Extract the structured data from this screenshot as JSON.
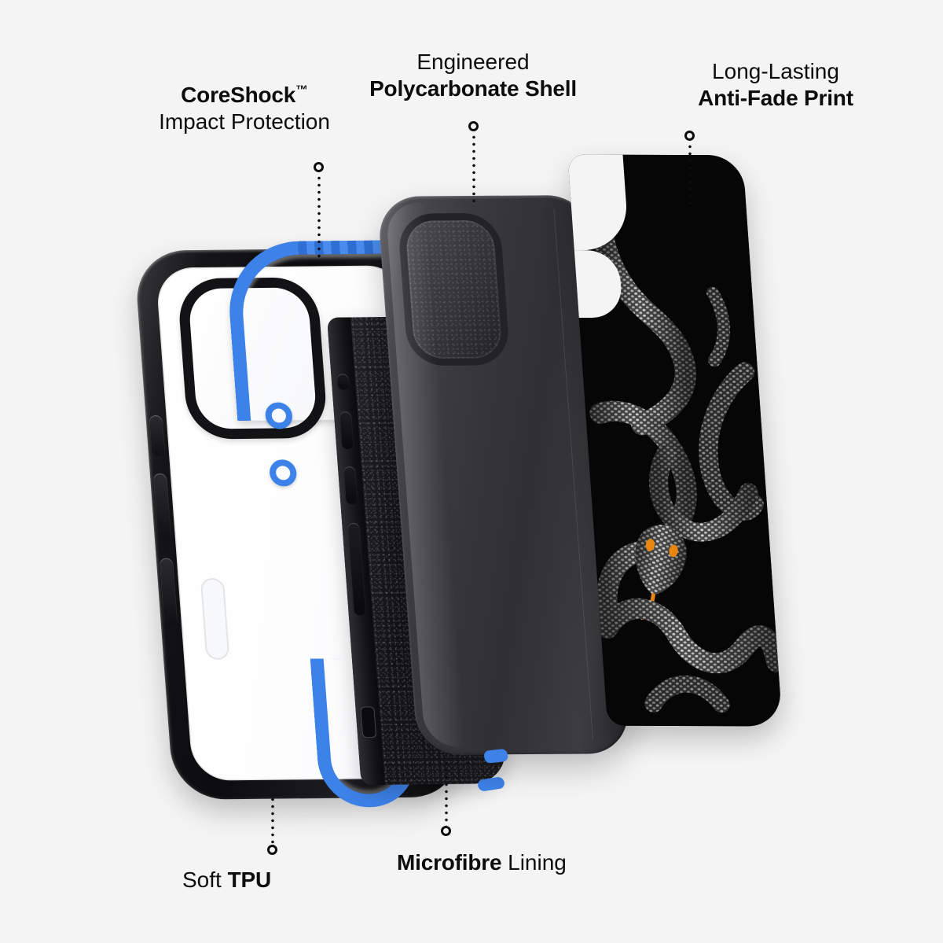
{
  "graphic": {
    "kind": "exploded-product-diagram",
    "subject": "phone case layers",
    "background_color": "#f4f4f5",
    "accent_color": "#3d82e8",
    "text_color": "#0d0d0f",
    "print_colors": {
      "panel_background": "#060607",
      "snake_scales_light": "#d8d8d8",
      "snake_scales_mid": "#8a8a8a",
      "snake_scales_dark": "#3a3a3a",
      "eye_and_tongue": "#e8860f"
    }
  },
  "callouts": [
    {
      "id": "coreshock",
      "line1_regular": "",
      "line1_bold": "CoreShock",
      "trademark": "™",
      "line2_regular": "Impact Protection",
      "line2_bold": ""
    },
    {
      "id": "polycarbonate",
      "line1_regular": "Engineered",
      "line1_bold": "",
      "trademark": "",
      "line2_regular": "",
      "line2_bold": "Polycarbonate Shell"
    },
    {
      "id": "antifade",
      "line1_regular": "Long-Lasting",
      "line1_bold": "",
      "trademark": "",
      "line2_regular": "",
      "line2_bold": "Anti-Fade Print"
    },
    {
      "id": "tpu",
      "line1_regular": "",
      "line1_bold": "",
      "trademark": "",
      "line2_regular": "Soft ",
      "line2_bold": "TPU"
    },
    {
      "id": "microfibre",
      "line1_regular": "",
      "line1_bold": "",
      "trademark": "",
      "line2_regular": " Lining",
      "line2_bold": "Microfibre"
    }
  ],
  "labels": {
    "coreshock_name": "CoreShock",
    "coreshock_tm": "™",
    "coreshock_sub": "Impact Protection",
    "engineered": "Engineered",
    "polycarbonate_shell": "Polycarbonate Shell",
    "long_lasting": "Long-Lasting",
    "anti_fade_print": "Anti-Fade Print",
    "soft": "Soft ",
    "tpu": "TPU",
    "microfibre": "Microfibre",
    "lining": " Lining"
  },
  "layers": [
    {
      "name": "Soft TPU bumper case with CoreShock impact protection"
    },
    {
      "name": "Microfibre lining"
    },
    {
      "name": "Engineered polycarbonate shell"
    },
    {
      "name": "Anti-fade printed snake graphic panel"
    }
  ]
}
